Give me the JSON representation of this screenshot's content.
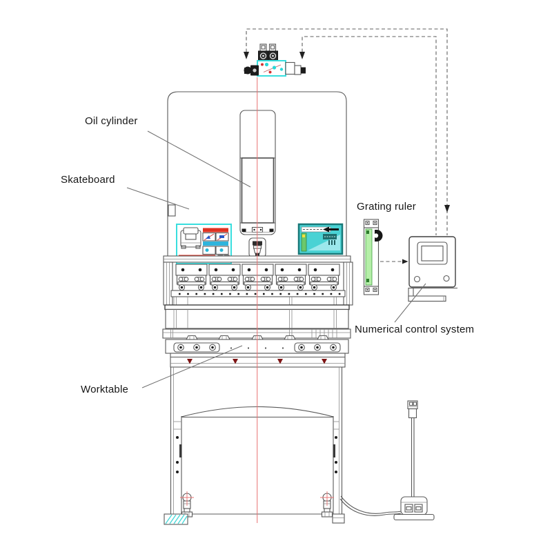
{
  "diagram": {
    "labels": {
      "oil_cylinder": "Oil cylinder",
      "skateboard": "Skateboard",
      "grating_ruler": "Grating ruler",
      "numerical_control_system": "Numerical control system",
      "worktable": "Worktable"
    },
    "colors": {
      "centerline_red": "#e87272",
      "highlight_cyan": "#38dede",
      "ruler_green": "#b5efa8",
      "sticker_teal": "#4ad2d4",
      "warning_red": "#df3222",
      "info_blue": "#2fb4dc",
      "accent_yellow": "#ffdf3c",
      "foot_pad_cyan": "#4cd8d8"
    }
  }
}
